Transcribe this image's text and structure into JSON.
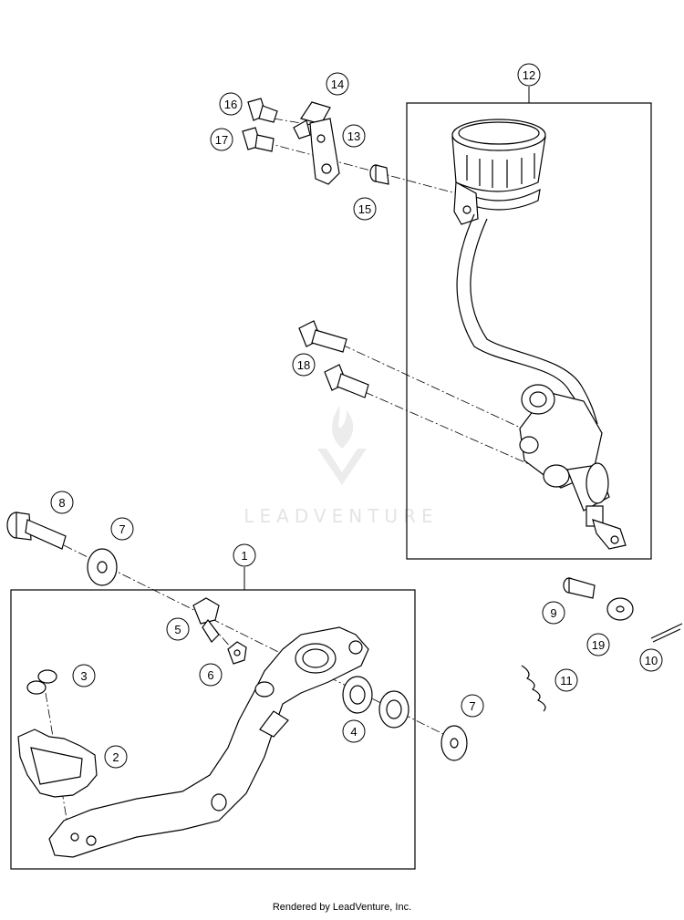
{
  "watermark": {
    "text": "LEADVENTURE"
  },
  "footer": {
    "text": "Rendered by LeadVenture, Inc."
  },
  "callouts": {
    "c1": "1",
    "c2": "2",
    "c3": "3",
    "c4": "4",
    "c5": "5",
    "c6": "6",
    "c7a": "7",
    "c7b": "7",
    "c8": "8",
    "c9": "9",
    "c10": "10",
    "c11": "11",
    "c12": "12",
    "c13": "13",
    "c14": "14",
    "c15": "15",
    "c16": "16",
    "c17": "17",
    "c18": "18",
    "c19": "19"
  }
}
